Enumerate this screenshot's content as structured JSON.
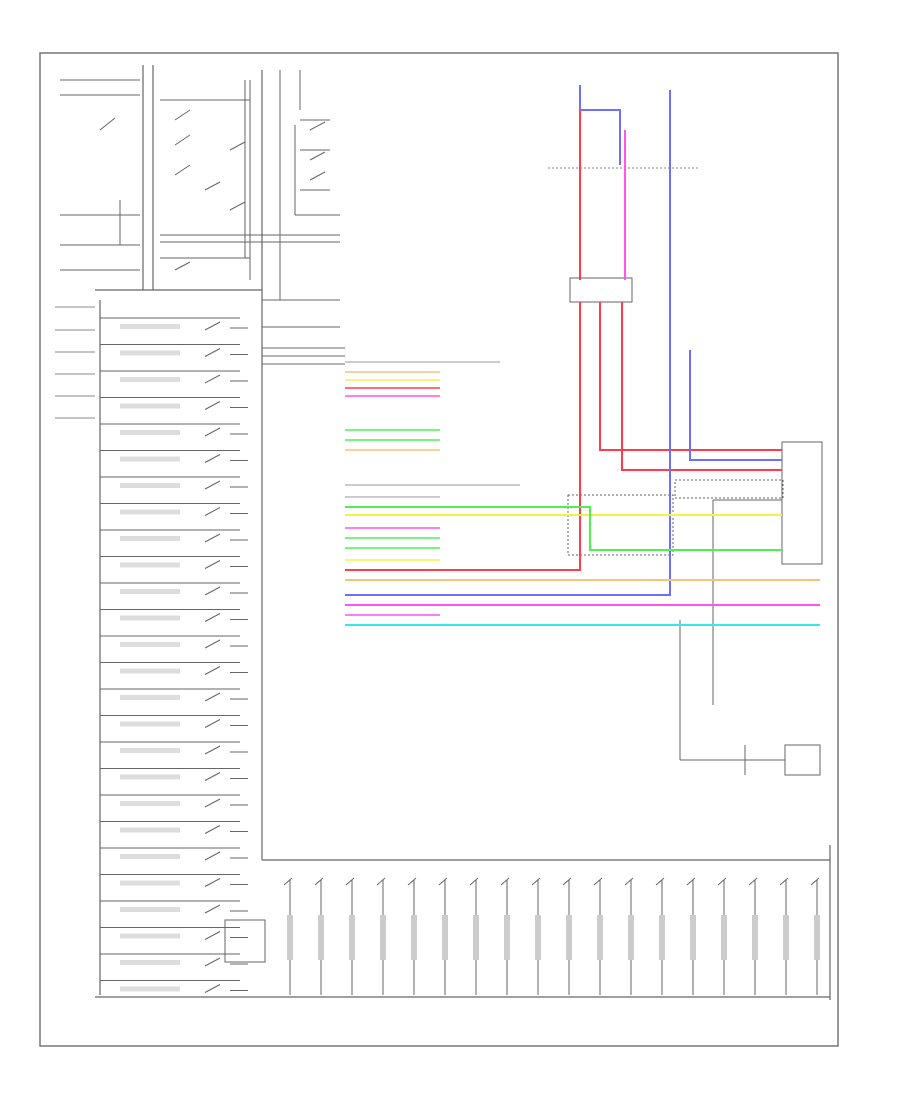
{
  "diagram": {
    "footer_caption": "",
    "footer_page": "",
    "colors": {
      "frame": "#777777",
      "wire": "#555555",
      "red": "#ff3b4e",
      "pink": "#ff55ee",
      "blue": "#6f6fff",
      "green": "#4ff04f",
      "yellow": "#f2f24a",
      "orange": "#f5c27a",
      "cyan": "#33e8ee"
    },
    "wire_colors_right": [
      "orange",
      "yellow",
      "pink",
      "green",
      "pink",
      "blue",
      "blue",
      "red",
      "red"
    ],
    "wire_colors_mid": [
      "orange",
      "red",
      "pink",
      "yellow",
      "green",
      "pink",
      "green",
      "yellow",
      "orange",
      "red",
      "blue",
      "pink",
      "cyan"
    ]
  }
}
